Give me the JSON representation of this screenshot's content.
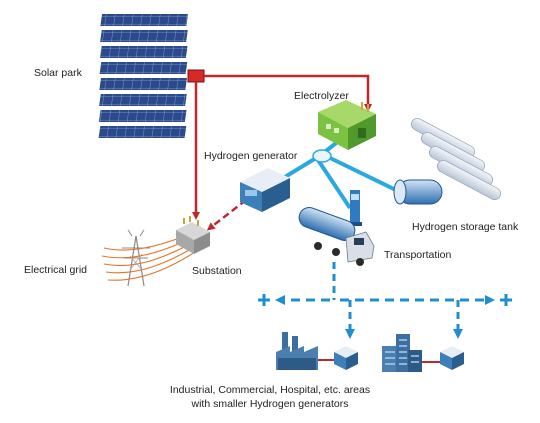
{
  "labels": {
    "solar_park": "Solar park",
    "electrolyzer": "Electrolyzer",
    "hydrogen_generator": "Hydrogen generator",
    "hydrogen_storage_tank": "Hydrogen storage tank",
    "electrical_grid": "Electrical grid",
    "substation": "Substation",
    "transportation": "Transportation",
    "caption_line1": "Industrial, Commercial, Hospital, etc. areas",
    "caption_line2": "with smaller Hydrogen generators"
  },
  "colors": {
    "power_line": "#c0272d",
    "hydrogen_line": "#29a9e1",
    "distribution_line": "#1f8fd0",
    "solar_panel": "#2b4a8b",
    "grid_cable": "#e2742a",
    "building": "#3d6ea0",
    "electrolyzer_green": "#7cc242"
  },
  "icons": [
    "solar-panel-icon",
    "inverter-icon",
    "electrolyzer-icon",
    "hydrogen-generator-icon",
    "hydrogen-storage-tank-icon",
    "substation-transformer-icon",
    "transmission-tower-icon",
    "tanker-truck-icon",
    "hydrogen-pump-icon",
    "factory-icon",
    "office-building-icon",
    "small-generator-icon"
  ]
}
